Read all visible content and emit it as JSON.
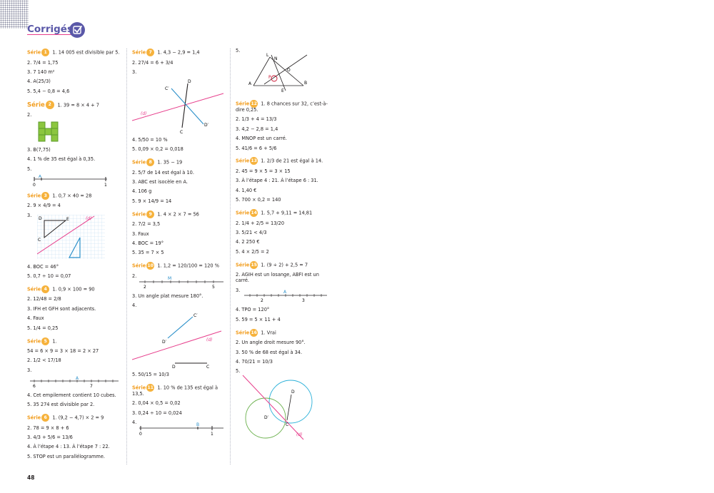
{
  "header": {
    "title": "Corrigés",
    "icon": "check-icon",
    "accent": "#5a58a8",
    "pink": "#e73f8c",
    "orange": "#f6b23c"
  },
  "page_number": "48",
  "serie_label": "Série",
  "col1": {
    "s1": {
      "n": "1",
      "a1": "1. 14 005 est divisible par 5.",
      "a2": "2. 7/4 = 1,75",
      "a3": "3. 7 140 m²",
      "a4": "4. A(25/3)",
      "a5": "5. 5,4 − 0,8 = 4,6"
    },
    "s2": {
      "n": "2",
      "a1": "1. 39 = 8 × 4 + 7",
      "a2": "2.",
      "a3": "3. B(7,75)",
      "a4": "4. 1 % de 35 est égal à 0,35.",
      "a5": "5.",
      "axis": {
        "t0": "0",
        "t1": "1",
        "pt": "A"
      }
    },
    "s3": {
      "n": "3",
      "a1": "1. 0,7 × 40 = 28",
      "a2": "2. 9 × 4/9 = 4",
      "a3": "3.",
      "labels": {
        "d": "D",
        "e": "E",
        "c": "C",
        "dd": "(d)"
      },
      "a4": "4. BOC = 46°",
      "a5": "5. 0,7 ÷ 10 = 0,07"
    },
    "s4": {
      "n": "4",
      "a1": "1. 0,9 × 100 = 90",
      "a2": "2. 12/48 = 2/8",
      "a3": "3. IFH et GFH sont adjacents.",
      "a4": "4. Faux",
      "a5": "5. 1/4 = 0,25"
    },
    "s5": {
      "n": "5",
      "a1": "1.",
      "a1b": "54 = 6 × 9 = 3 × 18 = 2 × 27",
      "a2": "2. 1/2 < 17/18",
      "a3": "3.",
      "axis": {
        "t0": "6",
        "t1": "7",
        "pt": "A"
      },
      "a4": "4. Cet empilement contient 10 cubes.",
      "a5": "5. 35 274 est divisible par 2."
    },
    "s6": {
      "n": "6",
      "a1": "1. (9,2 − 4,7) × 2 = 9",
      "a2": "2. 78 = 9 × 8 + 6",
      "a3": "3. 4/3 + 5/6 = 13/6",
      "a4": "4. À l’étape 4 : 13. À l’étape 7 : 22.",
      "a5": "5. STOP est un parallélogramme."
    }
  },
  "col2": {
    "s7": {
      "n": "7",
      "a1": "1. 4,3 − 2,9 = 1,4",
      "a2": "2. 27/4 = 6 + 3/4",
      "a3": "3.",
      "labels": {
        "d": "D",
        "c": "C",
        "cp": "C′",
        "dp": "D′",
        "dd": "(d)"
      },
      "a4": "4. 5/50 = 10 %",
      "a5": "5. 0,09 × 0,2 = 0,018"
    },
    "s8": {
      "n": "8",
      "a1": "1. 35 − 19",
      "a2": "2. 5/7 de 14 est égal à 10.",
      "a3": "3. ABC est isocèle en A.",
      "a4": "4. 106 g",
      "a5": "5. 9 × 14/9 = 14"
    },
    "s9": {
      "n": "9",
      "a1": "1. 4 × 2 × 7 = 56",
      "a2": "2. 7/2 = 3,5",
      "a3": "3. Faux",
      "a4": "4. BOC = 19°",
      "a5": "5. 35 = 7 × 5"
    },
    "s10": {
      "n": "10",
      "a1": "1. 1,2 = 120/100 = 120 %",
      "a2": "2.",
      "axis": {
        "t0": "2",
        "t1": "5",
        "pt": "M"
      },
      "a3": "3. Un angle plat mesure 180°.",
      "a4": "4.",
      "labels": {
        "cp": "C′",
        "dp": "D′",
        "dd": "(d)",
        "d": "D",
        "c": "C"
      },
      "a5": "5. 50/15 = 10/3"
    },
    "s11": {
      "n": "11",
      "a1": "1. 10 % de 135 est égal à 13,5.",
      "a2": "2. 0,04 × 0,5 = 0,02",
      "a3": "3. 0,24 ÷ 10 = 0,024",
      "a4": "4.",
      "axis": {
        "t0": "0",
        "t1": "1",
        "pt": "B"
      }
    }
  },
  "col3": {
    "fig": {
      "l": "5.",
      "labels": {
        "l": "L",
        "n": "N",
        "o": "O",
        "a": "A",
        "b": "B",
        "e": "E",
        "p": "P"
      }
    },
    "s12": {
      "n": "12",
      "a1": "1. 8 chances sur 32, c’est-à-dire 0,25.",
      "a2": "2. 1/3 + 4 = 13/3",
      "a3": "3. 4,2 − 2,8 = 1,4",
      "a4": "4. MNOP est un carré.",
      "a5": "5. 41/6 = 6 + 5/6"
    },
    "s13": {
      "n": "13",
      "a1": "1. 2/3 de 21 est égal à 14.",
      "a2": "2. 45 = 9 × 5 = 3 × 15",
      "a3": "3. À l’étape 4 : 21. À l’étape 6 : 31.",
      "a4": "4. 1,40 €",
      "a5": "5. 700 × 0,2 = 140"
    },
    "s14": {
      "n": "14",
      "a1": "1. 5,7 + 9,11 = 14,81",
      "a2": "2. 1/4 + 2/5 = 13/20",
      "a3": "3. 5/21 < 4/3",
      "a4": "4. 2 250 €",
      "a5": "5. 4 × 2/5 = 2"
    },
    "s15": {
      "n": "15",
      "a1": "1. (9 ÷ 2) + 2,5 = 7",
      "a2": "2. AGIH est un losange, ABFI est un carré.",
      "a3": "3.",
      "axis": {
        "t0": "2",
        "t1": "3",
        "pt": "A"
      },
      "a4": "4. TPO = 120°",
      "a5": "5. 59 = 5 × 11 + 4"
    },
    "s16": {
      "n": "16",
      "a1": "1. Vrai",
      "a2": "2. Un angle droit mesure 90°.",
      "a3": "3. 50 % de 68 est égal à 34.",
      "a4": "4. 70/21 = 10/3",
      "a5": "5.",
      "labels": {
        "d": "D",
        "c": "C",
        "dd": "(d)",
        "dp": "D′"
      }
    }
  }
}
